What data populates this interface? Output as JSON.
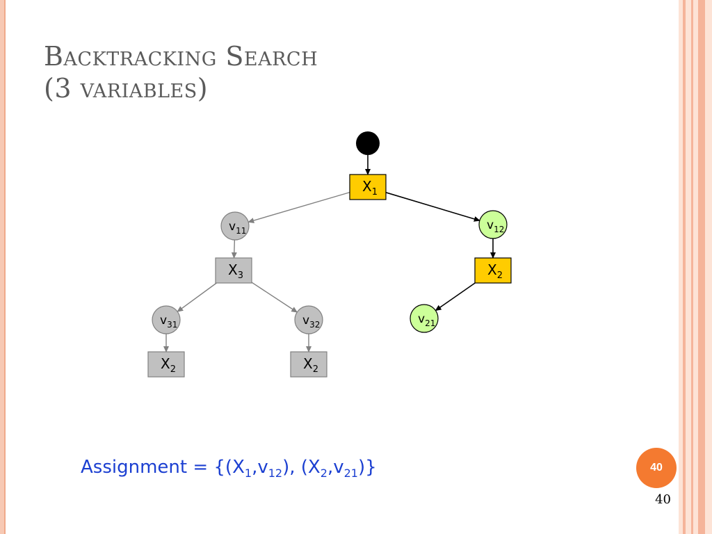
{
  "slide": {
    "title_line1": "Backtracking Search",
    "title_line2": "(3 variables)",
    "badge_number": "40",
    "page_number": "40"
  },
  "tree": {
    "root": {
      "shape": "filled-circle",
      "color": "#000000"
    },
    "nodes": [
      {
        "id": "X1",
        "kind": "variable",
        "base": "X",
        "sub": "1",
        "state": "active",
        "fill": "#ffcc00"
      },
      {
        "id": "v11",
        "kind": "value",
        "base": "v",
        "sub": "11",
        "state": "backtracked",
        "fill": "#c0c0c0"
      },
      {
        "id": "v12",
        "kind": "value",
        "base": "v",
        "sub": "12",
        "state": "active",
        "fill": "#ccff99"
      },
      {
        "id": "X3",
        "kind": "variable",
        "base": "X",
        "sub": "3",
        "state": "backtracked",
        "fill": "#c0c0c0"
      },
      {
        "id": "X2a",
        "kind": "variable",
        "base": "X",
        "sub": "2",
        "state": "active",
        "fill": "#ffcc00"
      },
      {
        "id": "v31",
        "kind": "value",
        "base": "v",
        "sub": "31",
        "state": "backtracked",
        "fill": "#c0c0c0"
      },
      {
        "id": "v32",
        "kind": "value",
        "base": "v",
        "sub": "32",
        "state": "backtracked",
        "fill": "#c0c0c0"
      },
      {
        "id": "v21",
        "kind": "value",
        "base": "v",
        "sub": "21",
        "state": "active",
        "fill": "#ccff99"
      },
      {
        "id": "X2b",
        "kind": "variable",
        "base": "X",
        "sub": "2",
        "state": "backtracked",
        "fill": "#c0c0c0"
      },
      {
        "id": "X2c",
        "kind": "variable",
        "base": "X",
        "sub": "2",
        "state": "backtracked",
        "fill": "#c0c0c0"
      }
    ],
    "edges": [
      {
        "from": "root",
        "to": "X1",
        "state": "active"
      },
      {
        "from": "X1",
        "to": "v11",
        "state": "backtracked"
      },
      {
        "from": "X1",
        "to": "v12",
        "state": "active"
      },
      {
        "from": "v11",
        "to": "X3",
        "state": "backtracked"
      },
      {
        "from": "v12",
        "to": "X2a",
        "state": "active"
      },
      {
        "from": "X3",
        "to": "v31",
        "state": "backtracked"
      },
      {
        "from": "X3",
        "to": "v32",
        "state": "backtracked"
      },
      {
        "from": "X2a",
        "to": "v21",
        "state": "active"
      },
      {
        "from": "v31",
        "to": "X2b",
        "state": "backtracked"
      },
      {
        "from": "v32",
        "to": "X2c",
        "state": "backtracked"
      }
    ]
  },
  "assignment": {
    "prefix": "Assignment = {(X",
    "x1_sub": "1",
    "part2": ",v",
    "v12_sub": "12",
    "part3": "), (X",
    "x2_sub": "2",
    "part4": ",v",
    "v21_sub": "21",
    "suffix": ")}",
    "color": "#1b3fd1"
  },
  "colors": {
    "active_edge": "#000000",
    "backtracked_edge": "#808080",
    "badge": "#f47a30",
    "title": "#5a5a5a"
  }
}
